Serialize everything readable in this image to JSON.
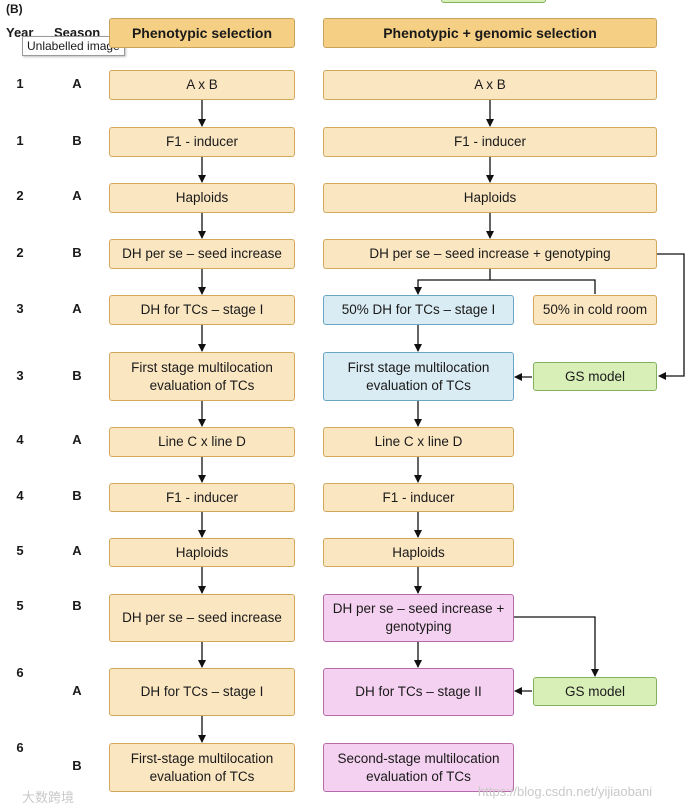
{
  "panel_label": "(B)",
  "tooltip": "Unlabelled image",
  "headers": {
    "year": "Year",
    "season": "Season",
    "left": "Phenotypic selection",
    "right": "Phenotypic + genomic selection"
  },
  "rows": [
    {
      "year": "1",
      "season": "A"
    },
    {
      "year": "1",
      "season": "B"
    },
    {
      "year": "2",
      "season": "A"
    },
    {
      "year": "2",
      "season": "B"
    },
    {
      "year": "3",
      "season": "A"
    },
    {
      "year": "3",
      "season": "B"
    },
    {
      "year": "4",
      "season": "A"
    },
    {
      "year": "4",
      "season": "B"
    },
    {
      "year": "5",
      "season": "A"
    },
    {
      "year": "5",
      "season": "B"
    },
    {
      "year": "6",
      "season": "A"
    },
    {
      "year": "6",
      "season": "B"
    }
  ],
  "left": [
    "A x B",
    "F1 - inducer",
    "Haploids",
    "DH per se – seed increase",
    "DH for TCs – stage I",
    "First stage multilocation evaluation of TCs",
    "Line C x line D",
    "F1 - inducer",
    "Haploids",
    "DH per se – seed increase",
    "DH for TCs – stage I",
    "First-stage multilocation evaluation of TCs"
  ],
  "right": {
    "r1": "A x B",
    "r2": "F1 - inducer",
    "r3": "Haploids",
    "r4": "DH per se – seed increase + genotyping",
    "r5a": "50% DH for TCs – stage I",
    "r5b": "50% in cold room",
    "r6": "First stage multilocation evaluation of TCs",
    "gs1": "GS model",
    "r7": "Line C x line D",
    "r8": "F1 - inducer",
    "r9": "Haploids",
    "r10": "DH per se – seed increase + genotyping",
    "r11": "DH for TCs – stage II",
    "gs2": "GS model",
    "r12": "Second-stage multilocation evaluation of TCs"
  },
  "watermark": "https://blog.csdn.net/yijiaobani",
  "watermark_logo": "大数跨境",
  "colors": {
    "header": "#f5cf84",
    "tan": "#fbe6c2",
    "blue": "#d9ebf3",
    "green": "#d8efb8",
    "pink": "#f4d1f0"
  }
}
